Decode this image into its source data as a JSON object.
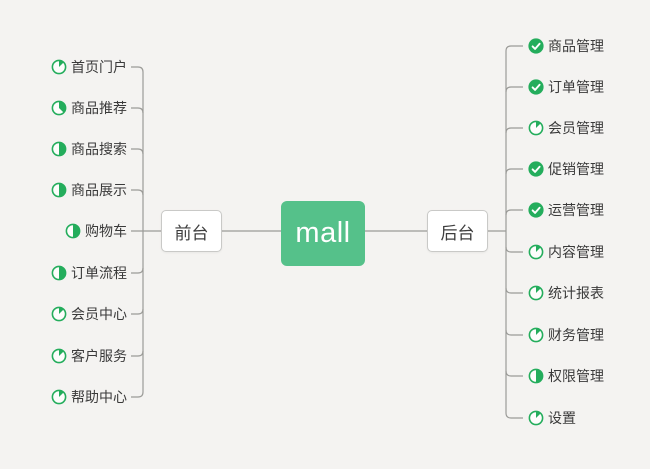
{
  "diagram": {
    "root": {
      "label": "mall"
    },
    "left_branch": {
      "label": "前台"
    },
    "right_branch": {
      "label": "后台"
    },
    "left_items": [
      {
        "label": "首页门户",
        "progress": "1/8"
      },
      {
        "label": "商品推荐",
        "progress": "3/8"
      },
      {
        "label": "商品搜索",
        "progress": "1/2"
      },
      {
        "label": "商品展示",
        "progress": "1/2"
      },
      {
        "label": "购物车",
        "progress": "1/2"
      },
      {
        "label": "订单流程",
        "progress": "1/2"
      },
      {
        "label": "会员中心",
        "progress": "1/8"
      },
      {
        "label": "客户服务",
        "progress": "1/8"
      },
      {
        "label": "帮助中心",
        "progress": "1/8"
      }
    ],
    "right_items": [
      {
        "label": "商品管理",
        "progress": "done"
      },
      {
        "label": "订单管理",
        "progress": "done"
      },
      {
        "label": "会员管理",
        "progress": "1/8"
      },
      {
        "label": "促销管理",
        "progress": "done"
      },
      {
        "label": "运营管理",
        "progress": "done"
      },
      {
        "label": "内容管理",
        "progress": "1/8"
      },
      {
        "label": "统计报表",
        "progress": "1/8"
      },
      {
        "label": "财务管理",
        "progress": "1/8"
      },
      {
        "label": "权限管理",
        "progress": "1/2"
      },
      {
        "label": "设置",
        "progress": "1/8"
      }
    ]
  },
  "colors": {
    "background": "#f4f3f1",
    "root_green": "#55c18a",
    "marker_green": "#24ad5c",
    "line": "#9b9b98",
    "node_border": "#c9c9c7",
    "text": "#3a3a3a"
  }
}
